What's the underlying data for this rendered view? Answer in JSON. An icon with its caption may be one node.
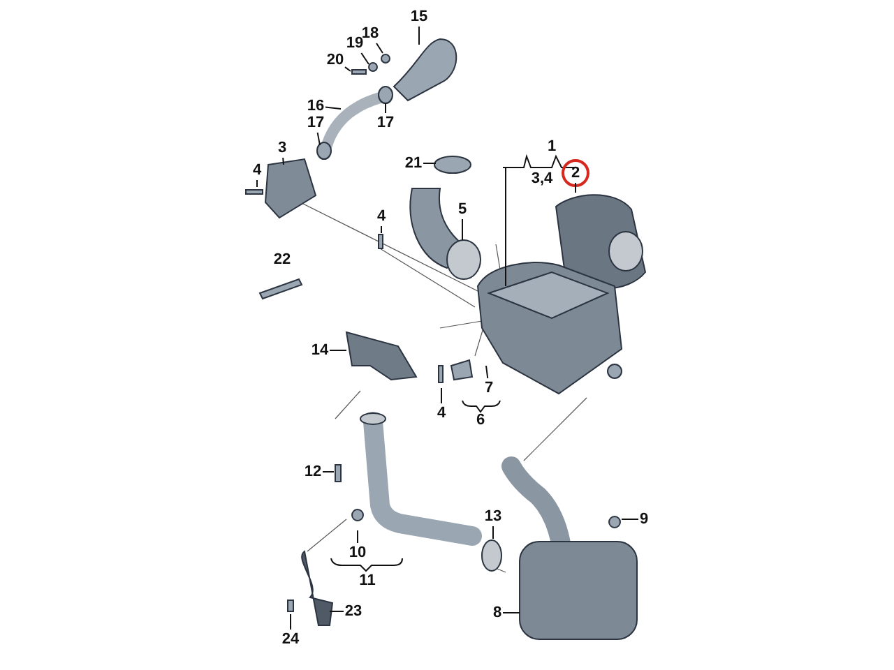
{
  "diagram": {
    "nodes": [
      {
        "text": [
          "15"
        ]
      },
      {
        "text": [
          "18"
        ]
      },
      {
        "text": [
          "19"
        ]
      },
      {
        "text": [
          "20"
        ]
      },
      {
        "text": [
          "16"
        ]
      },
      {
        "text": [
          "17"
        ]
      },
      {
        "text": [
          "17"
        ]
      },
      {
        "text": [
          "3"
        ]
      },
      {
        "text": [
          "21"
        ]
      },
      {
        "text": [
          "2"
        ]
      },
      {
        "text": [
          "4"
        ]
      },
      {
        "text": [
          "4"
        ]
      },
      {
        "text": [
          "5"
        ]
      },
      {
        "text": [
          "14"
        ]
      },
      {
        "text": [
          "7"
        ]
      },
      {
        "text": [
          "4"
        ]
      },
      {
        "text": [
          "12"
        ]
      },
      {
        "text": [
          "9"
        ]
      },
      {
        "text": [
          "13"
        ]
      },
      {
        "text": [
          "10"
        ]
      },
      {
        "text": [
          "23"
        ]
      },
      {
        "text": [
          "8"
        ]
      },
      {
        "text": [
          "24"
        ]
      }
    ],
    "edges": [
      {
        "from": 0,
        "to": null,
        "arrow": "none"
      },
      {
        "from": 1,
        "to": null,
        "arrow": "none"
      },
      {
        "from": 2,
        "to": null,
        "arrow": "none"
      },
      {
        "from": 3,
        "to": null,
        "arrow": "none"
      },
      {
        "from": 4,
        "to": null,
        "arrow": "none"
      },
      {
        "from": 5,
        "to": null,
        "arrow": "none"
      },
      {
        "from": 6,
        "to": null,
        "arrow": "none"
      },
      {
        "from": 7,
        "to": null,
        "arrow": "none"
      },
      {
        "from": 8,
        "to": null,
        "arrow": "none"
      },
      {
        "from": 9,
        "to": null,
        "arrow": "none"
      },
      {
        "from": 10,
        "to": null,
        "arrow": "none"
      },
      {
        "from": 11,
        "to": null,
        "arrow": "none"
      },
      {
        "from": 12,
        "to": null,
        "arrow": "none"
      },
      {
        "from": 13,
        "to": null,
        "arrow": "none"
      },
      {
        "from": 14,
        "to": null,
        "arrow": "none"
      },
      {
        "from": 15,
        "to": null,
        "arrow": "none"
      },
      {
        "from": 16,
        "to": null,
        "arrow": "none"
      },
      {
        "from": 17,
        "to": null,
        "arrow": "none"
      },
      {
        "from": 18,
        "to": null,
        "arrow": "none"
      },
      {
        "from": 19,
        "to": null,
        "arrow": "none"
      },
      {
        "from": 20,
        "to": null,
        "arrow": "none"
      },
      {
        "from": 21,
        "to": null,
        "arrow": "none"
      },
      {
        "from": 22,
        "to": null,
        "arrow": "none"
      }
    ],
    "labels": [
      "1",
      "3,4",
      "22",
      "6",
      "11"
    ]
  }
}
